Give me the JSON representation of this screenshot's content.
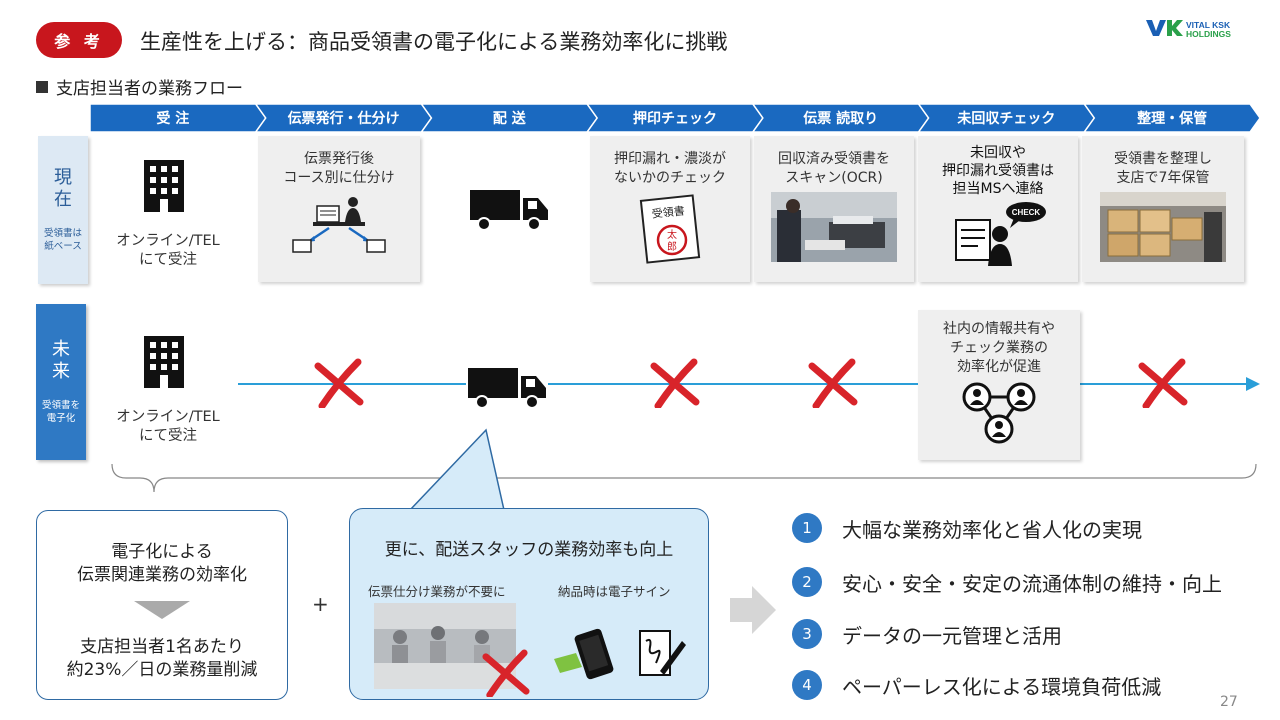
{
  "header": {
    "badge": "参 考",
    "title": "生産性を上げる：商品受領書の電子化による業務効率化に挑戦",
    "logo_line1": "VITAL KSK",
    "logo_line2": "HOLDINGS"
  },
  "section_label": "支店担当者の業務フロー",
  "flow_steps": [
    "受 注",
    "伝票発行・仕分け",
    "配 送",
    "押印チェック",
    "伝票 読取り",
    "未回収チェック",
    "整理・保管"
  ],
  "current_row": {
    "label": "現\n在",
    "sub_label": "受領書は\n紙ベース",
    "order_text": "オンライン/TEL\nにて受注",
    "slip_text": "伝票発行後\nコース別に仕分け",
    "stamp_text": "押印漏れ・濃淡が\nないかのチェック",
    "stamp_image_label": "受領書",
    "stamp_seal": "太\n郎",
    "scan_text": "回収済み受領書を\nスキャン(OCR)",
    "uncollected_text": "未回収や\n押印漏れ受領書は\n担当MSへ連絡",
    "check_bubble": "CHECK",
    "storage_text": "受領書を整理し\n支店で7年保管"
  },
  "future_row": {
    "label": "未\n来",
    "sub_label": "受領書を\n電子化",
    "order_text": "オンライン/TEL\nにて受注",
    "share_text": "社内の情報共有や\nチェック業務の\n効率化が促進"
  },
  "box_left": {
    "line1": "電子化による\n伝票関連業務の効率化",
    "line2": "支店担当者1名あたり\n約23%／日の業務量削減"
  },
  "plus_sign": "+",
  "box_middle": {
    "title": "更に、配送スタッフの業務効率も向上",
    "caption_left": "伝票仕分け業務が不要に",
    "caption_right": "納品時は電子サイン"
  },
  "benefits": [
    {
      "num": "1",
      "text": "大幅な業務効率化と省人化の実現"
    },
    {
      "num": "2",
      "text": "安心・安全・安定の流通体制の維持・向上"
    },
    {
      "num": "3",
      "text": "データの一元管理と活用"
    },
    {
      "num": "4",
      "text": "ペーパーレス化による環境負荷低減"
    }
  ],
  "page_number": "27",
  "colors": {
    "accent_red": "#c8161d",
    "flow_blue": "#1a69c0",
    "line_blue": "#2a9ed8",
    "x_red": "#d8242a",
    "logo_green": "#2aa04a"
  }
}
